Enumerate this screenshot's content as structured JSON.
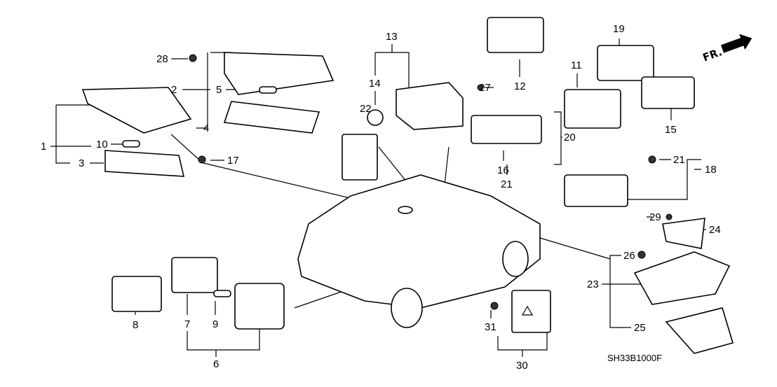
{
  "diagram": {
    "callouts": [
      "28",
      "2",
      "5",
      "4",
      "1",
      "10",
      "3",
      "17",
      "13",
      "14",
      "22",
      "12",
      "27",
      "19",
      "11",
      "15",
      "20",
      "16",
      "21",
      "21",
      "18",
      "29",
      "24",
      "26",
      "23",
      "25",
      "8",
      "7",
      "9",
      "6",
      "31",
      "30"
    ],
    "direction_label": "FR.",
    "drawing_code": "SH33B1000F"
  }
}
